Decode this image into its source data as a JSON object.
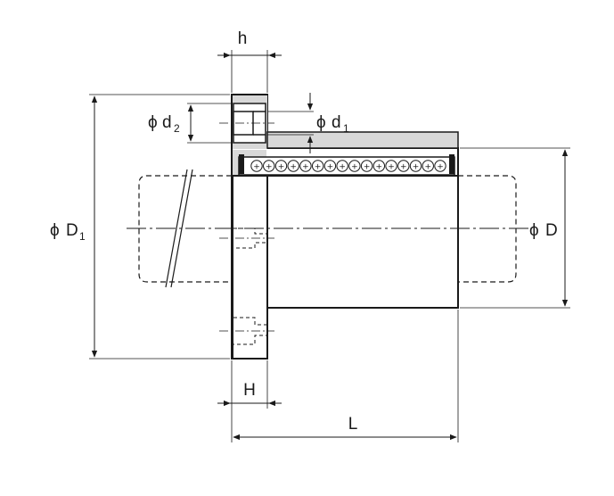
{
  "diagram": {
    "labels": {
      "h": "h",
      "d2_phi": "ϕ",
      "d2_main": "d",
      "d2_sub": "2",
      "d1_phi": "ϕ",
      "d1_main": "d",
      "d1_sub": "1",
      "D1_phi": "ϕ",
      "D1_main": "D",
      "D1_sub": "1",
      "D_phi": "ϕ",
      "D_main": "D",
      "H": "H",
      "L": "L"
    },
    "colors": {
      "line": "#1a1a1a",
      "flange_fill": "#d8d8d8",
      "shaft_fill": "#ffffff"
    },
    "ball_row": {
      "count": 16,
      "symbol": "+"
    }
  }
}
